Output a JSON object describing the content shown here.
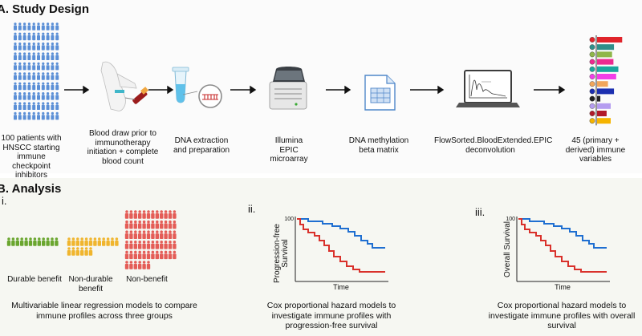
{
  "panelA": {
    "title": "A. Study Design",
    "steps": [
      {
        "label": "100 patients with HNSCC starting immune checkpoint inhibitors",
        "icon": "people-grid-icon"
      },
      {
        "label": "Blood draw prior to immunotherapy initiation + complete blood count",
        "icon": "blood-draw-arm-icon"
      },
      {
        "label": "DNA extraction and preparation",
        "icon": "dna-tube-icon"
      },
      {
        "label": "Illumina EPIC microarray",
        "icon": "microarray-scanner-icon"
      },
      {
        "label": "DNA methylation beta matrix",
        "icon": "spreadsheet-document-icon"
      },
      {
        "label": "FlowSorted.BloodExtended.EPIC deconvolution",
        "icon": "laptop-plot-icon"
      },
      {
        "label": "45 (primary + derived) immune variables",
        "icon": "immune-bar-chart-icon"
      }
    ],
    "bar_colors": [
      "#e0242b",
      "#2f8f8a",
      "#8fb64a",
      "#ec2a90",
      "#1aa79d",
      "#f23fe8",
      "#f2a65a",
      "#1c2fb0",
      "#222222",
      "#b59df0",
      "#b11a2a",
      "#f5b400"
    ]
  },
  "panelB": {
    "title": "B. Analysis",
    "sub_i": {
      "numeral": "i.",
      "groups": [
        {
          "label": "Durable benefit",
          "color": "#6aa62f"
        },
        {
          "label": "Non-durable benefit",
          "color": "#f0b52e"
        },
        {
          "label": "Non-benefit",
          "color": "#e45d57"
        }
      ],
      "caption": "Multivariable linear regression models to compare immune profiles across three groups"
    },
    "sub_ii": {
      "numeral": "ii.",
      "ylabel": "Progression-free Survival",
      "xlabel": "Time",
      "ytick": "100",
      "caption": "Cox proportional hazard models to investigate immune profiles with progression-free survival"
    },
    "sub_iii": {
      "numeral": "iii.",
      "ylabel": "Overall Survival",
      "xlabel": "Time",
      "ytick": "100",
      "caption": "Cox proportional hazard models to investigate immune profiles with overall survival"
    },
    "curve_colors": {
      "high": "#1f6fd1",
      "low": "#d9312b"
    }
  }
}
